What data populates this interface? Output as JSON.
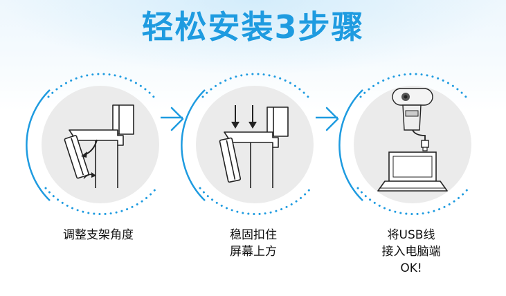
{
  "title": "轻松安装3步骤",
  "steps": [
    {
      "lines": [
        "调整支架角度"
      ]
    },
    {
      "lines": [
        "稳固扣住",
        "屏幕上方"
      ]
    },
    {
      "lines": [
        "将USB线",
        "接入电脑端",
        "OK!"
      ]
    }
  ],
  "colors": {
    "accent": "#1e9be0",
    "circle_fill": "#ebebeb",
    "line_art": "#222222"
  }
}
